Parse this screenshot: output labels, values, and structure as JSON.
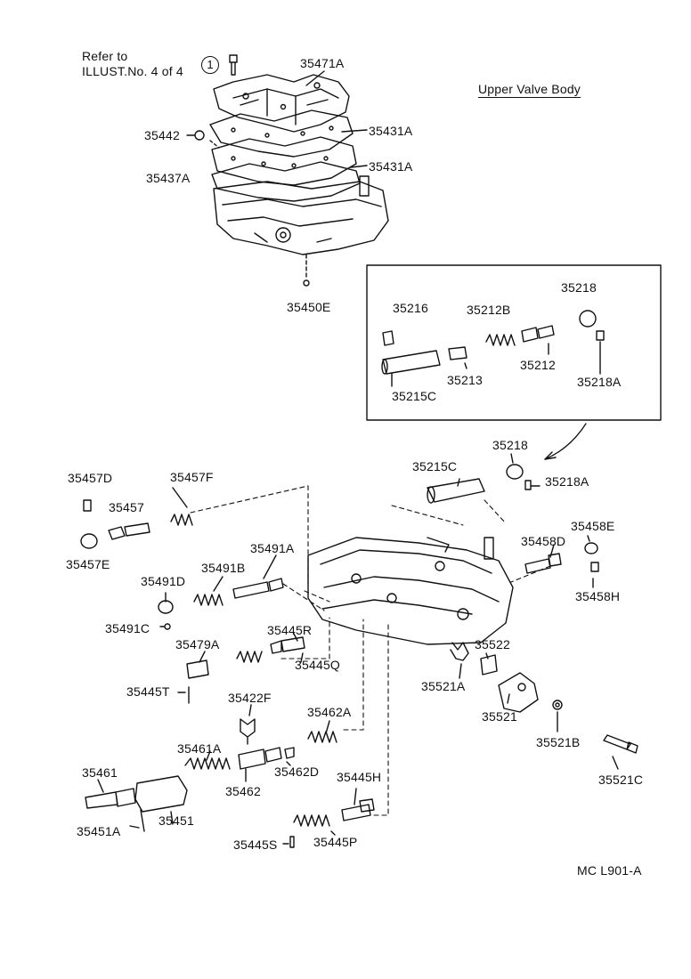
{
  "diagram": {
    "title": "Upper Valve Body",
    "reference_note_line1": "Refer to",
    "reference_note_line2": "ILLUST.No. 4 of 4",
    "reference_circle": "1",
    "figure_code": "MC L901-A",
    "part_labels": {
      "p35471A": "35471A",
      "p35442": "35442",
      "p35431A_1": "35431A",
      "p35431A_2": "35431A",
      "p35437A": "35437A",
      "p35450E": "35450E",
      "p35216": "35216",
      "p35212B": "35212B",
      "p35218_box": "35218",
      "p35212": "35212",
      "p35218A_box": "35218A",
      "p35215C_box": "35215C",
      "p35213": "35213",
      "p35218": "35218",
      "p35215C": "35215C",
      "p35218A": "35218A",
      "p35457D": "35457D",
      "p35457F": "35457F",
      "p35457": "35457",
      "p35457E": "35457E",
      "p35491A": "35491A",
      "p35491B": "35491B",
      "p35491D": "35491D",
      "p35491C": "35491C",
      "p35458E": "35458E",
      "p35458D": "35458D",
      "p35458H": "35458H",
      "p35479A": "35479A",
      "p35445R": "35445R",
      "p35445Q": "35445Q",
      "p35445T": "35445T",
      "p35422F": "35422F",
      "p35462A": "35462A",
      "p35522": "35522",
      "p35521A": "35521A",
      "p35521": "35521",
      "p35521B": "35521B",
      "p35461A": "35461A",
      "p35462D": "35462D",
      "p35461": "35461",
      "p35462": "35462",
      "p35451": "35451",
      "p35445H": "35445H",
      "p35521C": "35521C",
      "p35451A": "35451A",
      "p35445S": "35445S",
      "p35445P": "35445P"
    }
  }
}
